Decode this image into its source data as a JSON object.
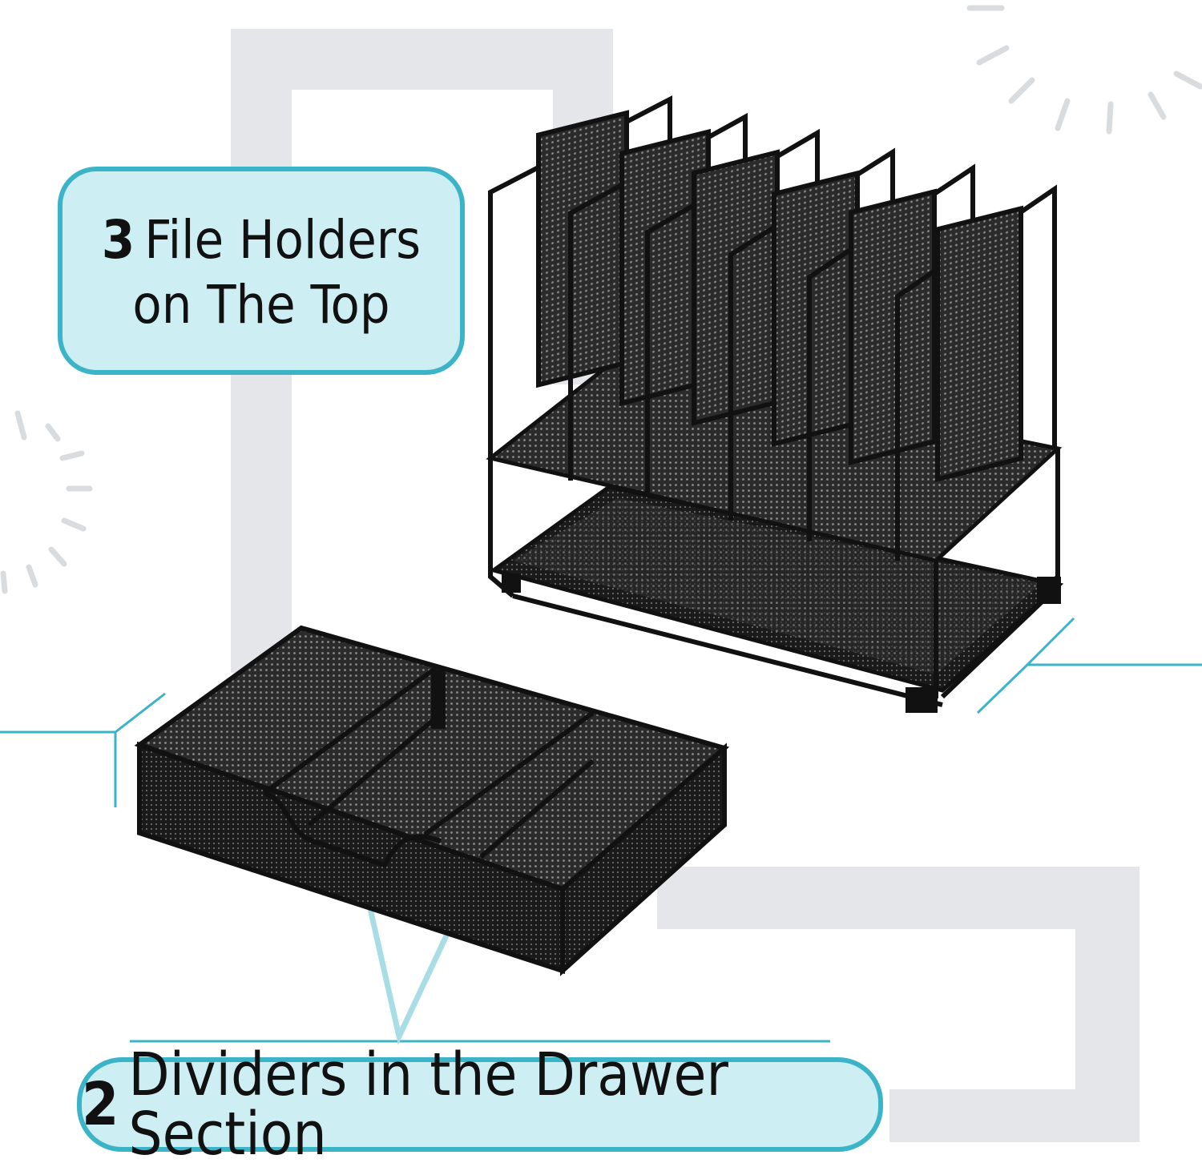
{
  "callouts": {
    "top": {
      "number": "3",
      "line1": "File Holders",
      "line2": "on The Top"
    },
    "bottom": {
      "number": "2",
      "text": "Dividers in the Drawer Section"
    }
  },
  "colors": {
    "accent_teal": "#3cb4c8",
    "callout_fill": "#cdeef3",
    "background_frame_gray": "#e4e6e9",
    "mesh_black": "#111111"
  },
  "icons": [
    "desk-organizer-photo",
    "mesh-drawer-photo",
    "sunburst-dash-decoration"
  ]
}
